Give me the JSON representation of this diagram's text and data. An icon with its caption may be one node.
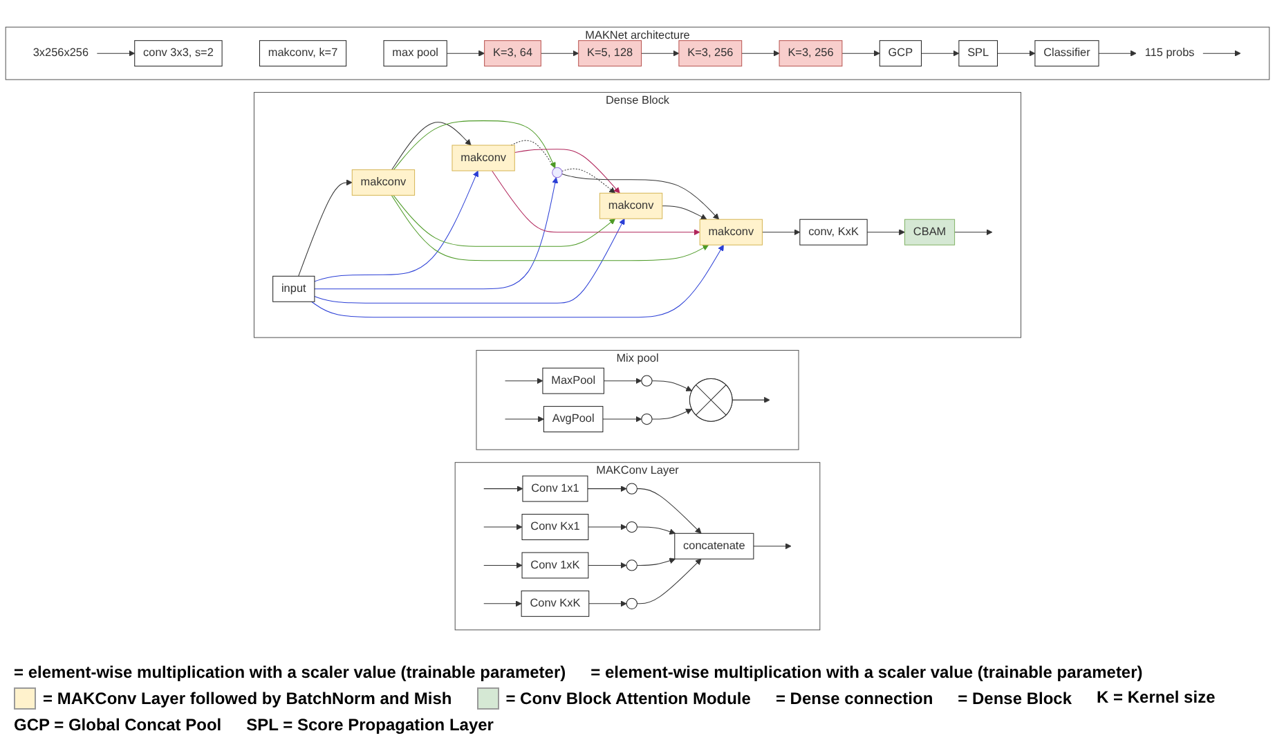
{
  "diagram": {
    "nodes": [
      {
        "text": [
          "MAKConv Layer"
        ]
      },
      {
        "text": [
          "Conv 1x1"
        ],
        "in": 0
      },
      {
        "text": [
          "Conv Kx1"
        ],
        "in": 0
      },
      {
        "text": [
          "Conv 1xK"
        ],
        "in": 0
      },
      {
        "text": [
          "Conv KxK"
        ],
        "in": 0
      },
      {
        "text": [],
        "shape": "circle",
        "in": 0
      },
      {
        "text": [],
        "shape": "circle",
        "in": 0
      },
      {
        "text": [],
        "shape": "circle",
        "in": 0
      },
      {
        "text": [],
        "shape": "circle",
        "in": 0
      },
      {
        "text": [
          "concatenate"
        ],
        "in": 0
      },
      {
        "text": [
          "Mix pool"
        ]
      },
      {
        "text": [
          "MaxPool"
        ],
        "in": 10
      },
      {
        "text": [
          "AvgPool"
        ],
        "in": 10
      },
      {
        "text": [],
        "shape": "circle",
        "in": 10
      },
      {
        "text": [],
        "shape": "circle",
        "in": 10
      },
      {
        "text": [],
        "shape": "crossed-circle",
        "in": 10
      },
      {
        "text": [
          "Dense Block"
        ]
      },
      {
        "text": [
          "input"
        ],
        "in": 16
      },
      {
        "text": [
          "makconv"
        ],
        "in": 16
      },
      {
        "text": [
          "makconv"
        ],
        "in": 16
      },
      {
        "text": [],
        "shape": "point",
        "in": 16
      },
      {
        "text": [
          "makconv"
        ],
        "in": 16
      },
      {
        "text": [
          "makconv"
        ],
        "in": 16
      },
      {
        "text": [
          "conv, KxK"
        ],
        "in": 16
      },
      {
        "text": [
          "CBAM"
        ],
        "in": 16
      },
      {
        "text": [
          "MAKNet architecture"
        ]
      },
      {
        "text": [
          "3x256x256"
        ],
        "in": 25
      },
      {
        "text": [
          "conv 3x3, s=2"
        ],
        "in": 25
      },
      {
        "text": [
          "makconv, k=7"
        ],
        "in": 25
      },
      {
        "text": [
          "max pool"
        ],
        "in": 25
      },
      {
        "text": [
          "K=3, 64"
        ],
        "in": 25
      },
      {
        "text": [
          "K=5, 128"
        ],
        "in": 25
      },
      {
        "text": [
          "K=3, 256"
        ],
        "in": 25
      },
      {
        "text": [
          "K=3, 256"
        ],
        "in": 25
      },
      {
        "text": [
          "GCP"
        ],
        "in": 25
      },
      {
        "text": [
          "SPL"
        ],
        "in": 25
      },
      {
        "text": [
          "Classifier"
        ],
        "in": 25
      },
      {
        "text": [
          "115 probs"
        ],
        "in": 25
      }
    ],
    "edges": [
      {
        "from": null,
        "to": 1,
        "arrow": "to"
      },
      {
        "from": null,
        "to": 2,
        "arrow": "to"
      },
      {
        "from": null,
        "to": 3,
        "arrow": "to"
      },
      {
        "from": null,
        "to": 4,
        "arrow": "to"
      },
      {
        "from": 1,
        "to": 5,
        "arrow": "to"
      },
      {
        "from": 2,
        "to": 6,
        "arrow": "to"
      },
      {
        "from": 3,
        "to": 7,
        "arrow": "to"
      },
      {
        "from": 4,
        "to": 8,
        "arrow": "to"
      },
      {
        "from": 5,
        "to": 9,
        "arrow": "to"
      },
      {
        "from": 6,
        "to": 9,
        "arrow": "to"
      },
      {
        "from": 7,
        "to": 9,
        "arrow": "to"
      },
      {
        "from": 8,
        "to": 9,
        "arrow": "to"
      },
      {
        "from": 9,
        "to": null,
        "arrow": "to"
      },
      {
        "from": null,
        "to": 11,
        "arrow": "to"
      },
      {
        "from": null,
        "to": 12,
        "arrow": "to"
      },
      {
        "from": 11,
        "to": 13,
        "arrow": "to"
      },
      {
        "from": 12,
        "to": 14,
        "arrow": "to"
      },
      {
        "from": 13,
        "to": 15,
        "arrow": "to"
      },
      {
        "from": 14,
        "to": 15,
        "arrow": "to"
      },
      {
        "from": 15,
        "to": null,
        "arrow": "to"
      },
      {
        "from": 17,
        "to": 18,
        "arrow": "to"
      },
      {
        "from": 18,
        "to": 19,
        "arrow": "to"
      },
      {
        "from": 19,
        "to": 20,
        "arrow": "none",
        "style": "dashed"
      },
      {
        "from": 20,
        "to": 21,
        "arrow": "to",
        "style": "dashed"
      },
      {
        "from": 21,
        "to": 22,
        "arrow": "to"
      },
      {
        "from": 22,
        "to": 23,
        "arrow": "to"
      },
      {
        "from": 23,
        "to": 24,
        "arrow": "to"
      },
      {
        "from": 24,
        "to": null,
        "arrow": "to"
      },
      {
        "from": 17,
        "to": 19,
        "arrow": "to",
        "color": "#2b3fd6"
      },
      {
        "from": 17,
        "to": 20,
        "arrow": "to",
        "color": "#2b3fd6"
      },
      {
        "from": 17,
        "to": 21,
        "arrow": "to",
        "color": "#2b3fd6"
      },
      {
        "from": 17,
        "to": 22,
        "arrow": "to",
        "color": "#2b3fd6"
      },
      {
        "from": 18,
        "to": 20,
        "arrow": "to",
        "color": "#4d9a26"
      },
      {
        "from": 18,
        "to": 21,
        "arrow": "to",
        "color": "#4d9a26"
      },
      {
        "from": 18,
        "to": 22,
        "arrow": "to",
        "color": "#4d9a26"
      },
      {
        "from": 19,
        "to": 21,
        "arrow": "to",
        "color": "#b0245a"
      },
      {
        "from": 19,
        "to": 22,
        "arrow": "to",
        "color": "#b0245a"
      },
      {
        "from": 20,
        "to": 22,
        "arrow": "to"
      },
      {
        "from": 26,
        "to": 27,
        "arrow": "to"
      },
      {
        "from": 29,
        "to": 30,
        "arrow": "to"
      },
      {
        "from": 30,
        "to": 31,
        "arrow": "to"
      },
      {
        "from": 31,
        "to": 32,
        "arrow": "to"
      },
      {
        "from": 32,
        "to": 33,
        "arrow": "to"
      },
      {
        "from": 33,
        "to": 34,
        "arrow": "to"
      },
      {
        "from": 34,
        "to": 35,
        "arrow": "to"
      },
      {
        "from": 35,
        "to": 36,
        "arrow": "to"
      },
      {
        "from": 36,
        "to": 37,
        "arrow": "to"
      },
      {
        "from": 37,
        "to": null,
        "arrow": "to"
      }
    ],
    "labels": [
      "K = Kernel size",
      "GCP = Global Concat Pool",
      "SPL = Score Propagation Layer"
    ],
    "legend": [
      {
        "text": "= element-wise multiplication with a scaler value (trainable parameter)"
      },
      {
        "text": "= element-wise multiplication with a scaler value (trainable parameter)"
      },
      {
        "text": "= MAKConv Layer followed by BatchNorm and Mish",
        "color": "#fff2cc"
      },
      {
        "text": "= Conv Block Attention Module",
        "color": "#d5e8d4"
      },
      {
        "text": "= Dense connection"
      },
      {
        "text": "= Dense Block"
      }
    ]
  }
}
